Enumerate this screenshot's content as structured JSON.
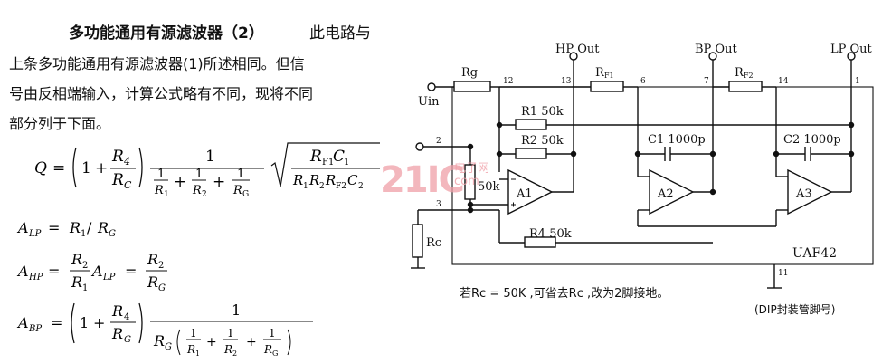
{
  "text": {
    "title": "多功能通用有源滤波器（2）",
    "line1_tail": "此电路与",
    "line2": "上条多功能通用有源滤波器(1)所述相同。但信",
    "line3": "号由反相端输入，计算公式略有不同，现将不同",
    "line4": "部分列于下面。"
  },
  "equations": {
    "q_lhs": "Q",
    "alp": "A",
    "ahp": "A",
    "abp": "A"
  },
  "watermark": {
    "big": "21IC",
    "small1": "电子网",
    "small2": "com"
  },
  "circuit": {
    "hp_out": "HP Out",
    "bp_out": "BP Out",
    "lp_out": "LP Out",
    "uin": "Uin",
    "rg": "Rg",
    "rf1": "R",
    "rf1_sub": "F1",
    "rf2": "R",
    "rf2_sub": "F2",
    "r1": "R1  50k",
    "r2": "R2  50k",
    "r4": "R4  50k",
    "c1": "C1  1000p",
    "c2": "C2  1000p",
    "r50k": "50k",
    "a1": "A1",
    "a2": "A2",
    "a3": "A3",
    "rc": "Rc",
    "chip": "UAF42",
    "pins": [
      "12",
      "13",
      "6",
      "7",
      "14",
      "1",
      "2",
      "3",
      "11"
    ],
    "note": "若Rc = 50K ,可省去Rc ,改为2脚接地。",
    "dip": "(DIP封装管脚号)"
  }
}
